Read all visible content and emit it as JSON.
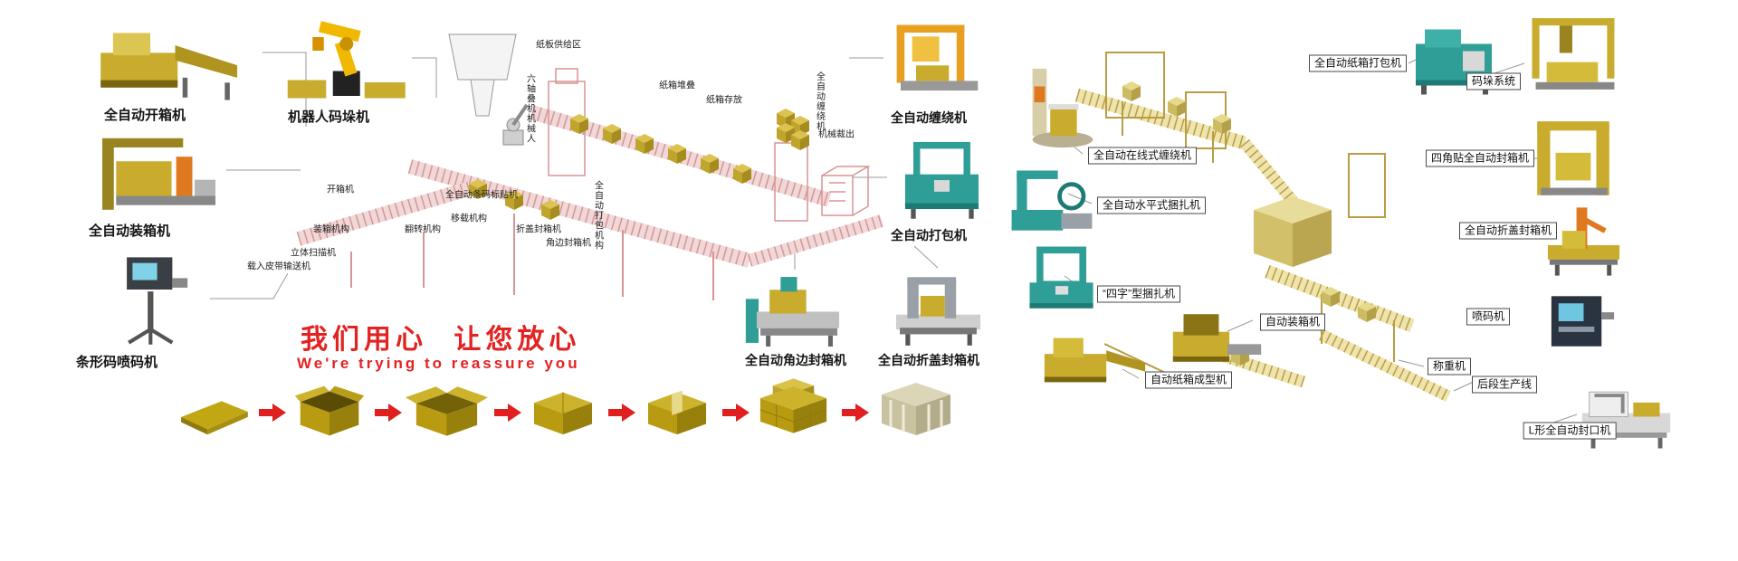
{
  "colors": {
    "accent_red": "#e32222",
    "arrow_red": "#e01f1f",
    "carton_khaki": "#c9ab2e",
    "carton_dark": "#8f7a0c",
    "machine_teal": "#2f9e96",
    "robot_yellow": "#f0b800",
    "line_pink": "#d89494",
    "line_khaki": "#b89d44",
    "label_ink": "#151515"
  },
  "slogan": {
    "cn": "我们用心 让您放心",
    "en": "We're trying to reassure you"
  },
  "left_machines": [
    {
      "label": "全自动开箱机"
    },
    {
      "label": "机器人码垛机"
    },
    {
      "label": "全自动装箱机"
    },
    {
      "label": "条形码喷码机"
    }
  ],
  "mid_machines": [
    {
      "label": "全自动缠绕机"
    },
    {
      "label": "全自动打包机"
    },
    {
      "label": "全自动角边封箱机"
    },
    {
      "label": "全自动折盖封箱机"
    }
  ],
  "center_labels": {
    "paper_supply": "纸板供给区",
    "carton_stack": "纸箱堆叠",
    "carton_storage": "纸箱存放",
    "six_axis_robot": "六轴叠机机械人",
    "opener": "开箱机",
    "barcode_labeler": "全自动条码标贴机",
    "case_packer": "装箱机构",
    "turnover": "翻转机构",
    "transfer": "移载机构",
    "flap_sealer": "折盖封箱机",
    "corner_sealer": "角边封箱机",
    "strapping_unit": "全自动打包机构",
    "belt_infeed": "载入皮带输送机",
    "scanner": "立体扫描机",
    "wrapper": "全自动缠绕机",
    "discharge": "机械裁出"
  },
  "right_labels": [
    {
      "label": "全自动在线式缠绕机"
    },
    {
      "label": "全自动水平式捆扎机"
    },
    {
      "label": "“四字”型捆扎机"
    },
    {
      "label": "全自动纸箱打包机"
    },
    {
      "label": "码垛系统"
    },
    {
      "label": "四角贴全自动封箱机"
    },
    {
      "label": "全自动折盖封箱机"
    },
    {
      "label": "喷码机"
    },
    {
      "label": "自动装箱机"
    },
    {
      "label": "自动纸箱成型机"
    },
    {
      "label": "称重机"
    },
    {
      "label": "后段生产线"
    },
    {
      "label": "L形全自动封口机"
    }
  ]
}
